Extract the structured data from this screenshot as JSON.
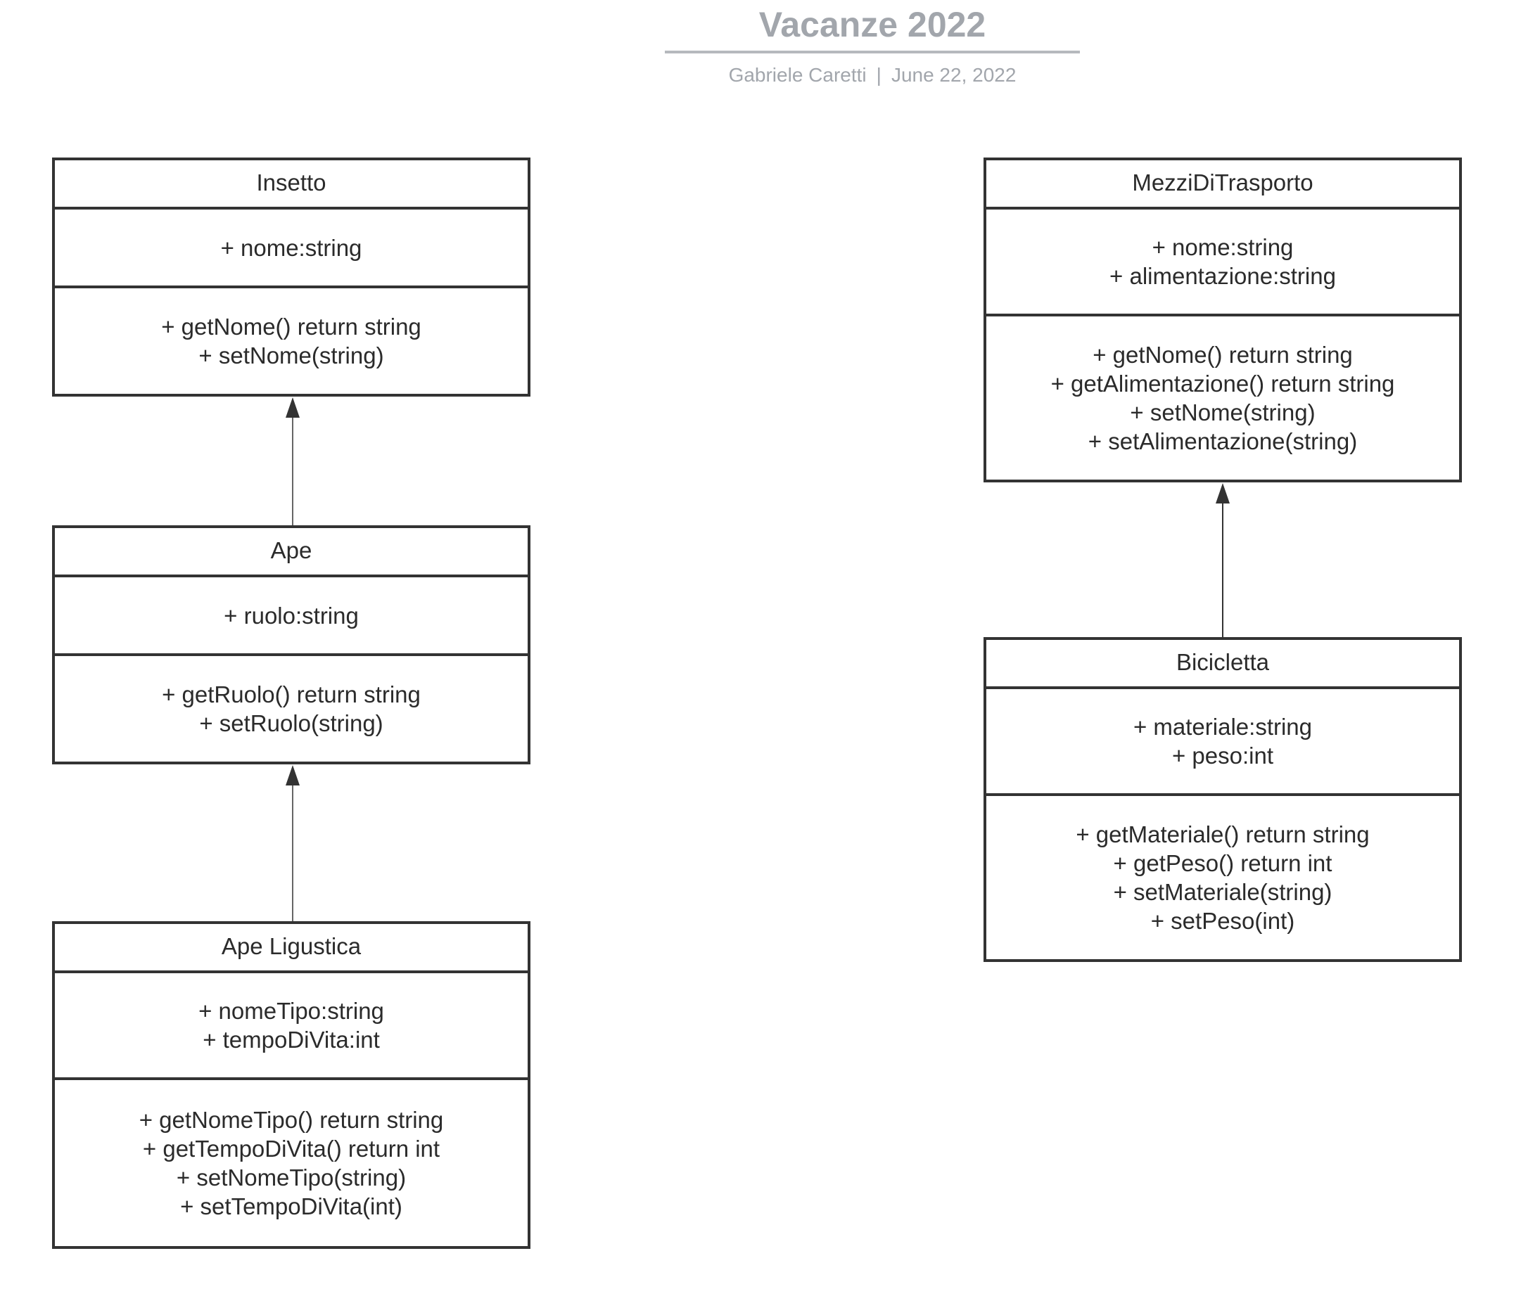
{
  "header": {
    "title": "Vacanze 2022",
    "author": "Gabriele Caretti",
    "separator": "|",
    "date": "June 22, 2022"
  },
  "classes": {
    "insetto": {
      "name": "Insetto",
      "attributes": [
        "+ nome:string"
      ],
      "methods": [
        "+ getNome() return string",
        "+ setNome(string)"
      ]
    },
    "ape": {
      "name": "Ape",
      "attributes": [
        "+ ruolo:string"
      ],
      "methods": [
        "+ getRuolo() return string",
        "+ setRuolo(string)"
      ]
    },
    "ape_ligustica": {
      "name": "Ape Ligustica",
      "attributes": [
        "+ nomeTipo:string",
        "+ tempoDiVita:int"
      ],
      "methods": [
        "+ getNomeTipo() return string",
        "+ getTempoDiVita() return int",
        "+ setNomeTipo(string)",
        "+ setTempoDiVita(int)"
      ]
    },
    "mezzi": {
      "name": "MezziDiTrasporto",
      "attributes": [
        "+ nome:string",
        "+ alimentazione:string"
      ],
      "methods": [
        "+ getNome() return string",
        "+ getAlimentazione() return string",
        "+ setNome(string)",
        "+ setAlimentazione(string)"
      ]
    },
    "bicicletta": {
      "name": "Bicicletta",
      "attributes": [
        "+ materiale:string",
        "+ peso:int"
      ],
      "methods": [
        "+ getMateriale() return string",
        "+ getPeso() return int",
        "+ setMateriale(string)",
        "+ setPeso(int)"
      ]
    }
  },
  "relations": [
    {
      "from": "Ape",
      "to": "Insetto",
      "type": "generalization"
    },
    {
      "from": "Ape Ligustica",
      "to": "Ape",
      "type": "generalization"
    },
    {
      "from": "Bicicletta",
      "to": "MezziDiTrasporto",
      "type": "generalization"
    }
  ],
  "colors": {
    "line": "#333333",
    "title": "#a2a6ac",
    "text": "#2b2b2b"
  }
}
